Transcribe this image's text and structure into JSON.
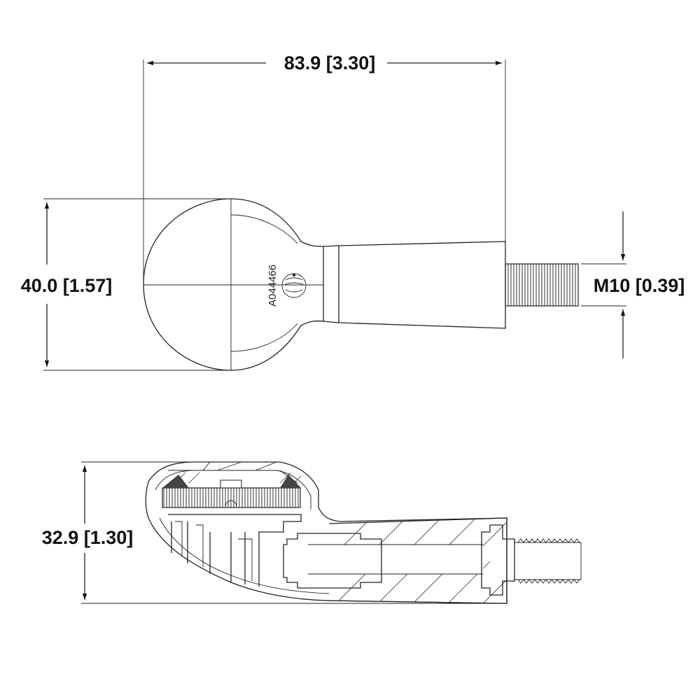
{
  "dimensions": {
    "overall_length": "83.9 [3.30]",
    "head_diameter": "40.0 [1.57]",
    "thread": "M10 [0.39]",
    "overall_height": "32.9 [1.30]"
  },
  "part_marking": "A044466",
  "colors": {
    "line": "#222222",
    "background": "#ffffff"
  }
}
